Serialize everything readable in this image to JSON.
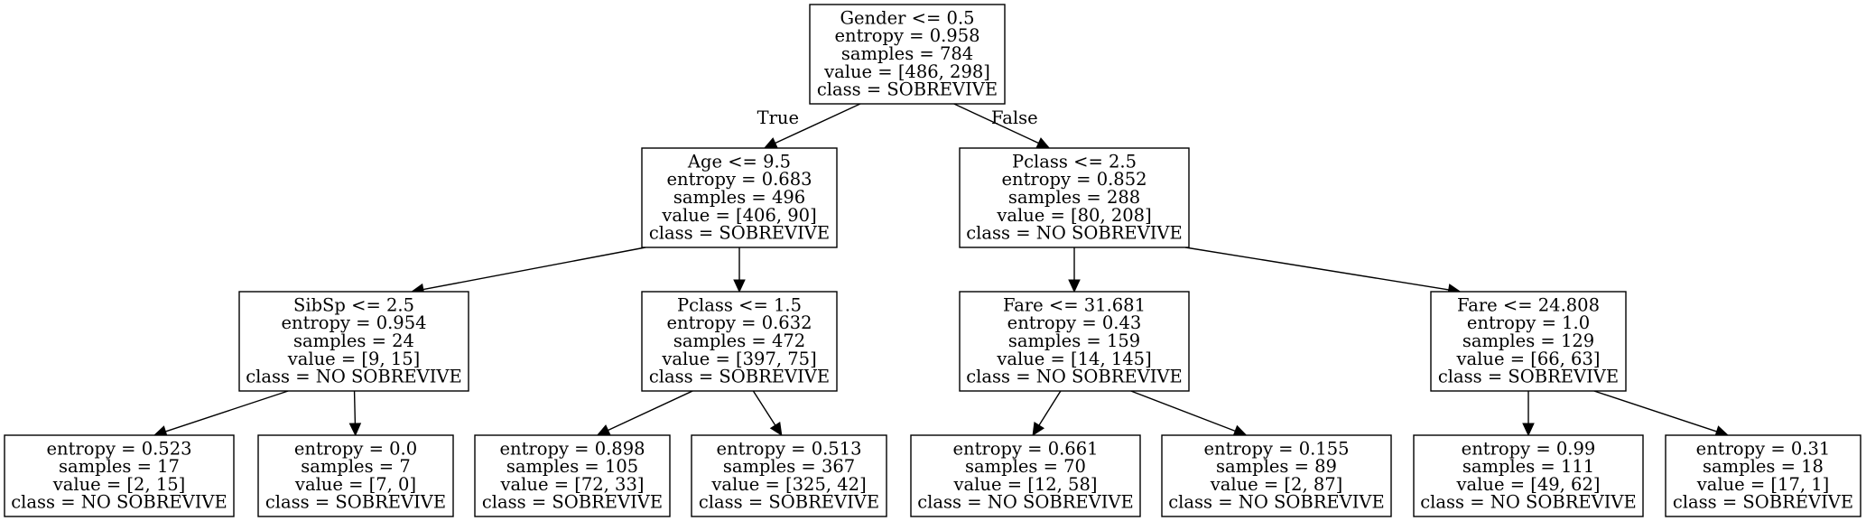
{
  "tree": {
    "nodes": [
      {
        "id": "n0",
        "lines": [
          "Gender <= 0.5",
          "entropy = 0.958",
          "samples = 784",
          "value = [486, 298]",
          "class = SOBREVIVE"
        ]
      },
      {
        "id": "n1",
        "lines": [
          "Age <= 9.5",
          "entropy = 0.683",
          "samples = 496",
          "value = [406, 90]",
          "class = SOBREVIVE"
        ]
      },
      {
        "id": "n2",
        "lines": [
          "Pclass <= 2.5",
          "entropy = 0.852",
          "samples = 288",
          "value = [80, 208]",
          "class = NO SOBREVIVE"
        ]
      },
      {
        "id": "n3",
        "lines": [
          "SibSp <= 2.5",
          "entropy = 0.954",
          "samples = 24",
          "value = [9, 15]",
          "class = NO SOBREVIVE"
        ]
      },
      {
        "id": "n4",
        "lines": [
          "Pclass <= 1.5",
          "entropy = 0.632",
          "samples = 472",
          "value = [397, 75]",
          "class = SOBREVIVE"
        ]
      },
      {
        "id": "n5",
        "lines": [
          "Fare <= 31.681",
          "entropy = 0.43",
          "samples = 159",
          "value = [14, 145]",
          "class = NO SOBREVIVE"
        ]
      },
      {
        "id": "n6",
        "lines": [
          "Fare <= 24.808",
          "entropy = 1.0",
          "samples = 129",
          "value = [66, 63]",
          "class = SOBREVIVE"
        ]
      },
      {
        "id": "n7",
        "lines": [
          "entropy = 0.523",
          "samples = 17",
          "value = [2, 15]",
          "class = NO SOBREVIVE"
        ]
      },
      {
        "id": "n8",
        "lines": [
          "entropy = 0.0",
          "samples = 7",
          "value = [7, 0]",
          "class = SOBREVIVE"
        ]
      },
      {
        "id": "n9",
        "lines": [
          "entropy = 0.898",
          "samples = 105",
          "value = [72, 33]",
          "class = SOBREVIVE"
        ]
      },
      {
        "id": "n10",
        "lines": [
          "entropy = 0.513",
          "samples = 367",
          "value = [325, 42]",
          "class = SOBREVIVE"
        ]
      },
      {
        "id": "n11",
        "lines": [
          "entropy = 0.661",
          "samples = 70",
          "value = [12, 58]",
          "class = NO SOBREVIVE"
        ]
      },
      {
        "id": "n12",
        "lines": [
          "entropy = 0.155",
          "samples = 89",
          "value = [2, 87]",
          "class = NO SOBREVIVE"
        ]
      },
      {
        "id": "n13",
        "lines": [
          "entropy = 0.99",
          "samples = 111",
          "value = [49, 62]",
          "class = NO SOBREVIVE"
        ]
      },
      {
        "id": "n14",
        "lines": [
          "entropy = 0.31",
          "samples = 18",
          "value = [17, 1]",
          "class = SOBREVIVE"
        ]
      }
    ],
    "edges": [
      {
        "from": "n0",
        "to": "n1",
        "label": "True"
      },
      {
        "from": "n0",
        "to": "n2",
        "label": "False"
      },
      {
        "from": "n1",
        "to": "n3",
        "label": ""
      },
      {
        "from": "n1",
        "to": "n4",
        "label": ""
      },
      {
        "from": "n2",
        "to": "n5",
        "label": ""
      },
      {
        "from": "n2",
        "to": "n6",
        "label": ""
      },
      {
        "from": "n3",
        "to": "n7",
        "label": ""
      },
      {
        "from": "n3",
        "to": "n8",
        "label": ""
      },
      {
        "from": "n4",
        "to": "n9",
        "label": ""
      },
      {
        "from": "n4",
        "to": "n10",
        "label": ""
      },
      {
        "from": "n5",
        "to": "n11",
        "label": ""
      },
      {
        "from": "n5",
        "to": "n12",
        "label": ""
      },
      {
        "from": "n6",
        "to": "n13",
        "label": ""
      },
      {
        "from": "n6",
        "to": "n14",
        "label": ""
      }
    ]
  }
}
